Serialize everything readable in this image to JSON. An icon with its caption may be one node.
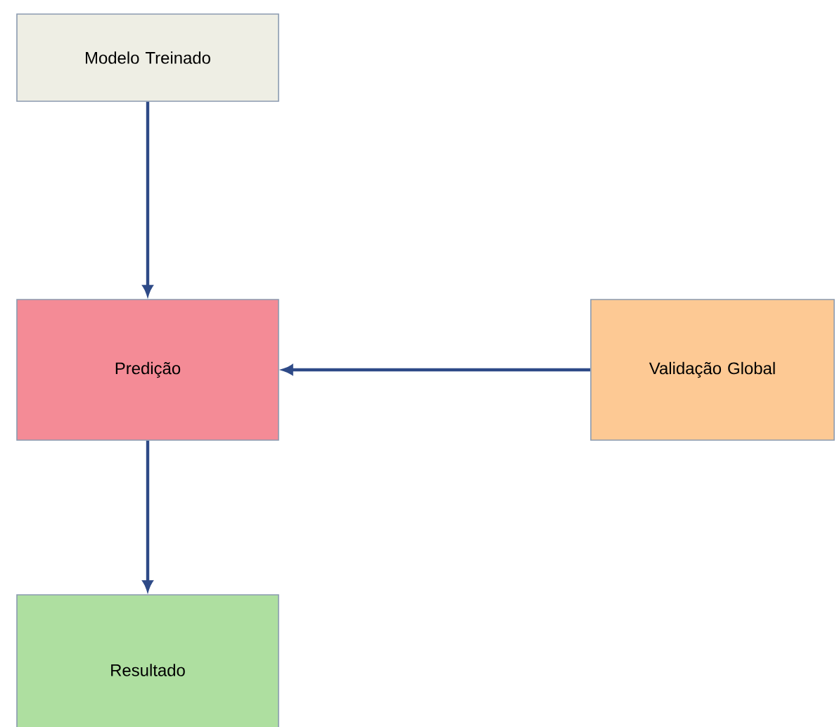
{
  "diagram": {
    "nodes": [
      {
        "text": [
          "Modelo Treinado"
        ]
      },
      {
        "text": [
          "Predição"
        ]
      },
      {
        "text": [
          "Validação Global"
        ]
      },
      {
        "text": [
          "Resultado"
        ]
      }
    ],
    "edges": [
      {
        "from": 0,
        "to": 1,
        "arrow": "to"
      },
      {
        "from": 2,
        "to": 1,
        "arrow": "to"
      },
      {
        "from": 1,
        "to": 3,
        "arrow": "to"
      }
    ]
  }
}
